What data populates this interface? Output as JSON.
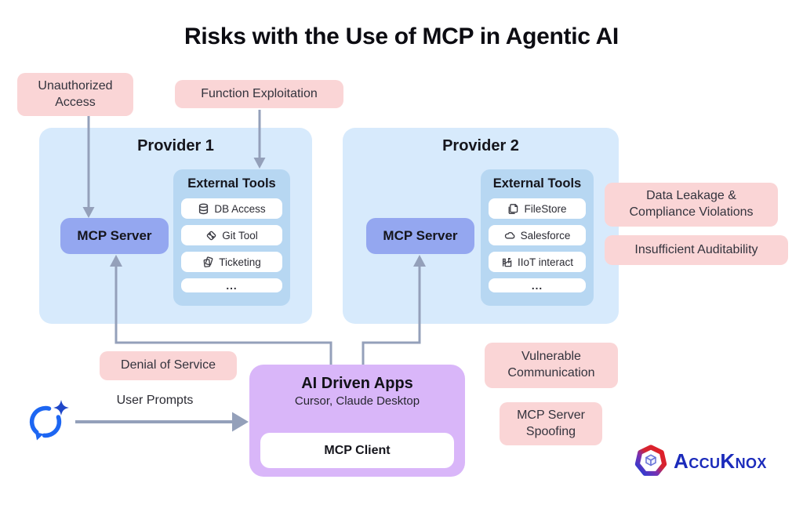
{
  "title": "Risks with the Use of MCP in Agentic AI",
  "risks": {
    "unauthorized_access": "Unauthorized Access",
    "function_exploitation": "Function Exploitation",
    "data_leakage": "Data Leakage & Compliance Violations",
    "insufficient_auditability": "Insufficient Auditability",
    "denial_of_service": "Denial of Service",
    "vulnerable_communication": "Vulnerable Communication",
    "mcp_server_spoofing": "MCP Server Spoofing"
  },
  "providers": [
    {
      "name": "Provider 1",
      "mcp_server_label": "MCP Server",
      "external_tools_label": "External Tools",
      "tools": [
        {
          "icon": "database-icon",
          "label": "DB Access"
        },
        {
          "icon": "git-icon",
          "label": "Git Tool"
        },
        {
          "icon": "ticket-icon",
          "label": "Ticketing"
        },
        {
          "icon": "none",
          "label": "..."
        }
      ]
    },
    {
      "name": "Provider 2",
      "mcp_server_label": "MCP Server",
      "external_tools_label": "External Tools",
      "tools": [
        {
          "icon": "file-icon",
          "label": "FileStore"
        },
        {
          "icon": "cloud-icon",
          "label": "Salesforce"
        },
        {
          "icon": "factory-icon",
          "label": "IIoT interact"
        },
        {
          "icon": "none",
          "label": "..."
        }
      ]
    }
  ],
  "app": {
    "title": "AI Driven Apps",
    "subtitle": "Cursor, Claude Desktop",
    "client_label": "MCP Client"
  },
  "flow": {
    "user_prompts_label": "User Prompts"
  },
  "brand": {
    "name": "AccuKnox",
    "part1": "Accu",
    "part2": "Knox"
  },
  "colors": {
    "risk_pink": "#fad5d6",
    "provider_blue": "#d7eafc",
    "tools_panel_blue": "#b7d7f2",
    "mcp_server_blue": "#94a7f0",
    "app_purple": "#d9b6f9",
    "connector_gray": "#94a0ba",
    "brand_blue": "#1b2bbb",
    "chat_icon_blue": "#1d66f2"
  }
}
